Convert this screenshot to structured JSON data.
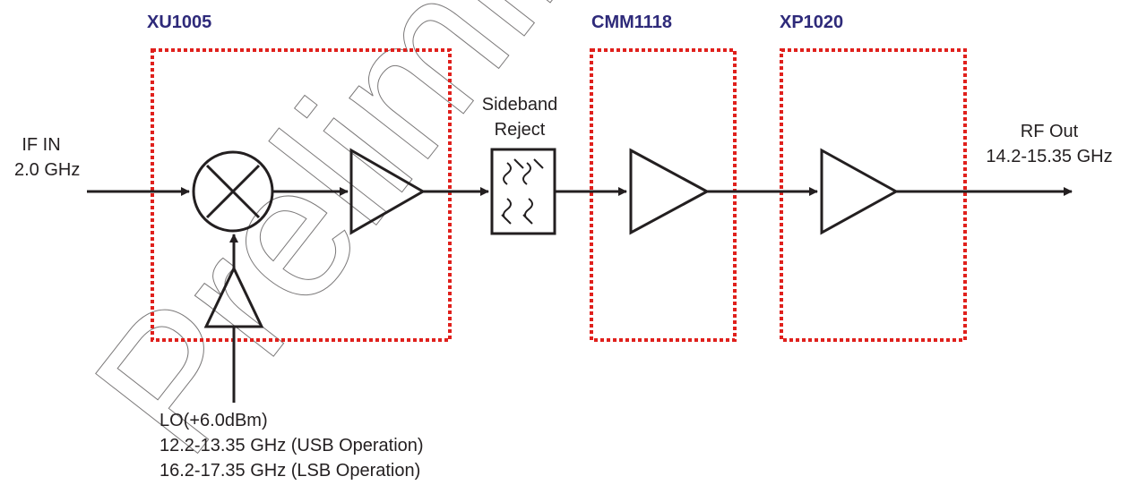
{
  "blocks": {
    "xu1005": "XU1005",
    "cmm1118": "CMM1118",
    "xp1020": "XP1020"
  },
  "signals": {
    "if_in_line1": "IF IN",
    "if_in_line2": "2.0 GHz",
    "rf_out_line1": "RF Out",
    "rf_out_line2": "14.2-15.35 GHz",
    "filter_line1": "Sideband",
    "filter_line2": "Reject",
    "lo_line1": "LO(+6.0dBm)",
    "lo_line2": "12.2-13.35 GHz (USB Operation)",
    "lo_line3": "16.2-17.35 GHz (LSB Operation)"
  },
  "watermark": "Preliminary",
  "colors": {
    "block_border": "#e0201c",
    "block_label": "#2e2a7a",
    "line": "#231f20"
  }
}
